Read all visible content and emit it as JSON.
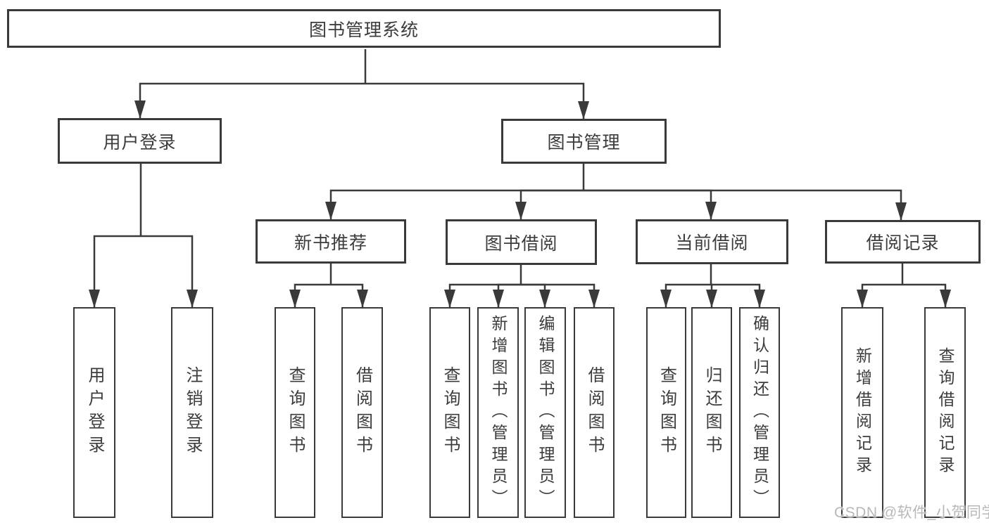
{
  "diagram": {
    "nodes": {
      "root": "图书管理系统",
      "user_login": "用户登录",
      "book_mgmt": "图书管理",
      "new_book_rec": "新书推荐",
      "book_borrow": "图书借阅",
      "current_borrow": "当前借阅",
      "borrow_records": "借阅记录",
      "leaf_user_login": "用户登录",
      "leaf_logout": "注销登录",
      "leaf_nbr_query": "查询图书",
      "leaf_nbr_borrow": "借阅图书",
      "leaf_bb_query": "查询图书",
      "leaf_bb_add": "新增图书（管理员）",
      "leaf_bb_edit": "编辑图书（管理员）",
      "leaf_bb_borrow": "借阅图书",
      "leaf_cb_query": "查询图书",
      "leaf_cb_return": "归还图书",
      "leaf_cb_confirm": "确认归还（管理员）",
      "leaf_br_add": "新增借阅记录",
      "leaf_br_query": "查询借阅记录"
    },
    "colors": {
      "line": "#3a3a3a",
      "text": "#3c3c3c",
      "watermark": "#b8b8b8",
      "background": "#ffffff"
    },
    "watermark": "CSDN @软件_小贺同学"
  }
}
